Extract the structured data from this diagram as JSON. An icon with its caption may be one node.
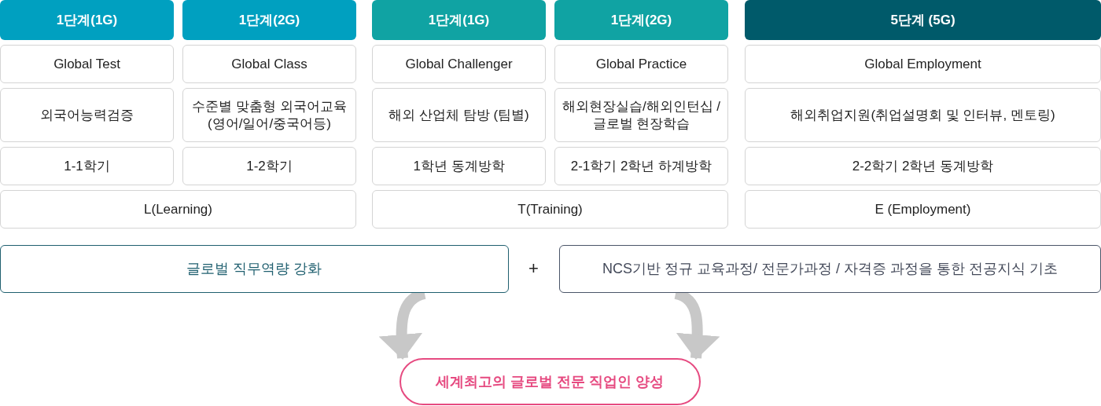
{
  "diagram": {
    "nodes": [
      {
        "text": [
          "1단계(1G)"
        ]
      },
      {
        "text": [
          "1단계(2G)"
        ]
      },
      {
        "text": [
          "1단계(1G)"
        ]
      },
      {
        "text": [
          "1단계(2G)"
        ]
      },
      {
        "text": [
          "5단계 (5G)"
        ]
      },
      {
        "text": [
          "Global Test"
        ]
      },
      {
        "text": [
          "Global Class"
        ]
      },
      {
        "text": [
          "Global Challenger"
        ]
      },
      {
        "text": [
          "Global Practice"
        ]
      },
      {
        "text": [
          "Global Employment"
        ]
      },
      {
        "text": [
          "외국어능력검증"
        ]
      },
      {
        "text": [
          "수준별 맞춤형 외국어교육 (영어/일어/중국어등)"
        ]
      },
      {
        "text": [
          "해외 산업체 탐방 (팀별)"
        ]
      },
      {
        "text": [
          "해외현장실습/해외인턴십 /글로벌 현장학습"
        ]
      },
      {
        "text": [
          "해외취업지원(취업설명회 및 인터뷰, 멘토링)"
        ]
      },
      {
        "text": [
          "1-1학기"
        ]
      },
      {
        "text": [
          "1-2학기"
        ]
      },
      {
        "text": [
          "1학년 동계방학"
        ]
      },
      {
        "text": [
          "2-1학기 2학년 하계방학"
        ]
      },
      {
        "text": [
          "2-2학기 2학년 동계방학"
        ]
      },
      {
        "text": [
          "L(Learning)"
        ]
      },
      {
        "text": [
          "T(Training)"
        ]
      },
      {
        "text": [
          "E (Employment)"
        ]
      },
      {
        "text": [
          "글로벌 직무역량 강화"
        ]
      },
      {
        "text": [
          "NCS기반 정규 교육과정/ 전문가과정 / 자격증 과정을 통한 전공지식 기초"
        ]
      },
      {
        "text": [
          "세계최고의 글로벌 전문 직업인 양성"
        ]
      }
    ],
    "edges": [
      {
        "from": 23,
        "to": 25,
        "arrow": "to"
      },
      {
        "from": 24,
        "to": 25,
        "arrow": "to"
      }
    ],
    "labels": [
      "+"
    ]
  }
}
